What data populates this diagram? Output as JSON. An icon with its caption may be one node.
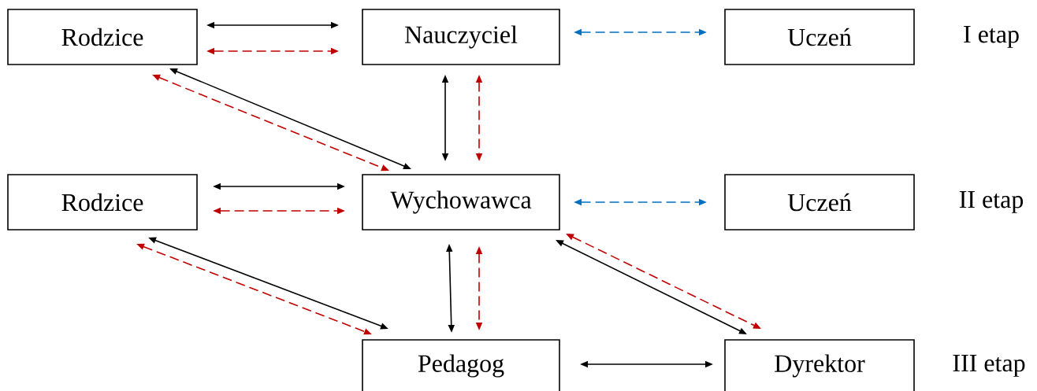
{
  "diagram": {
    "nodes": [
      {
        "text": [
          "Rodzice"
        ]
      },
      {
        "text": [
          "Nauczyciel"
        ]
      },
      {
        "text": [
          "Uczeń"
        ]
      },
      {
        "text": [
          "Rodzice"
        ]
      },
      {
        "text": [
          "Wychowawca"
        ]
      },
      {
        "text": [
          "Uczeń"
        ]
      },
      {
        "text": [
          "Pedagog"
        ]
      },
      {
        "text": [
          "Dyrektor"
        ]
      }
    ],
    "edges": [
      {
        "from": 0,
        "to": 1,
        "arrow": "both"
      },
      {
        "from": 0,
        "to": 1,
        "arrow": "both",
        "style": "dashed",
        "color": "#c00000"
      },
      {
        "from": 1,
        "to": 2,
        "arrow": "both",
        "style": "dashed",
        "color": "#0070c0"
      },
      {
        "from": 0,
        "to": 4,
        "arrow": "both"
      },
      {
        "from": 0,
        "to": 4,
        "arrow": "both",
        "style": "dashed",
        "color": "#c00000"
      },
      {
        "from": 1,
        "to": 4,
        "arrow": "both"
      },
      {
        "from": 1,
        "to": 4,
        "arrow": "both",
        "style": "dashed",
        "color": "#c00000"
      },
      {
        "from": 3,
        "to": 4,
        "arrow": "both"
      },
      {
        "from": 3,
        "to": 4,
        "arrow": "both",
        "style": "dashed",
        "color": "#c00000"
      },
      {
        "from": 4,
        "to": 5,
        "arrow": "both",
        "style": "dashed",
        "color": "#0070c0"
      },
      {
        "from": 4,
        "to": 6,
        "arrow": "both"
      },
      {
        "from": 4,
        "to": 6,
        "arrow": "both",
        "style": "dashed",
        "color": "#c00000"
      },
      {
        "from": 3,
        "to": 6,
        "arrow": "both"
      },
      {
        "from": 3,
        "to": 6,
        "arrow": "both",
        "style": "dashed",
        "color": "#c00000"
      },
      {
        "from": 4,
        "to": 7,
        "arrow": "both"
      },
      {
        "from": 4,
        "to": 7,
        "arrow": "both",
        "style": "dashed",
        "color": "#c00000"
      },
      {
        "from": 6,
        "to": 7,
        "arrow": "both"
      }
    ],
    "labels": [
      "I etap",
      "II etap",
      "III etap"
    ]
  }
}
